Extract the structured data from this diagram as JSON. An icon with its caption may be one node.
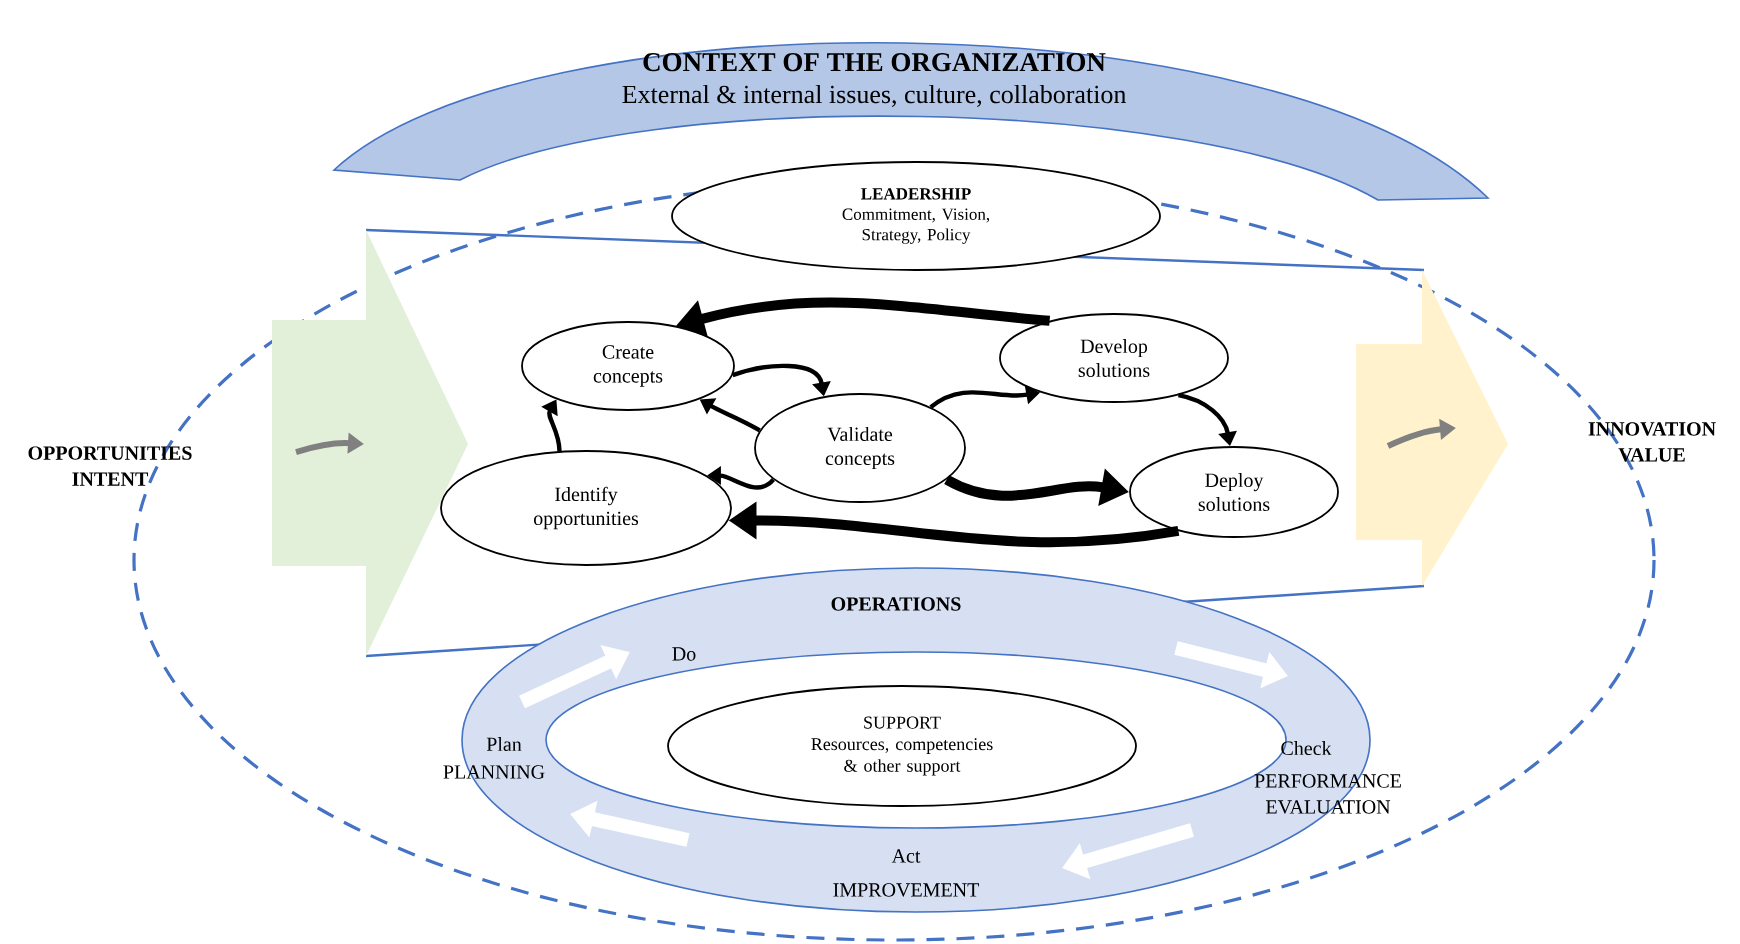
{
  "diagram": {
    "nodes": [
      {
        "text": [
          "CONTEXT OF THE ORGANIZATION",
          "External & internal issues, culture, collaboration"
        ]
      },
      {
        "text": [
          "LEADERSHIP",
          "Commitment, Vision, Strategy, Policy"
        ]
      },
      {
        "text": [
          "Create concepts"
        ]
      },
      {
        "text": [
          "Develop solutions"
        ]
      },
      {
        "text": [
          "Validate concepts"
        ]
      },
      {
        "text": [
          "Identify opportunities"
        ]
      },
      {
        "text": [
          "Deploy solutions"
        ]
      },
      {
        "text": [
          "OPERATIONS"
        ]
      },
      {
        "text": [
          "SUPPORT",
          "Resources, competencies & other support"
        ],
        "in": 7
      }
    ],
    "edges": [
      {
        "from": 3,
        "to": 2,
        "arrow": "to",
        "style": "thick"
      },
      {
        "from": 5,
        "to": 2,
        "arrow": "to"
      },
      {
        "from": 2,
        "to": 4,
        "arrow": "to"
      },
      {
        "from": 4,
        "to": 2,
        "arrow": "to"
      },
      {
        "from": 4,
        "to": 3,
        "arrow": "to"
      },
      {
        "from": 3,
        "to": 6,
        "arrow": "to"
      },
      {
        "from": 4,
        "to": 5,
        "arrow": "to"
      },
      {
        "from": 4,
        "to": 6,
        "arrow": "to",
        "style": "thick"
      },
      {
        "from": 6,
        "to": 5,
        "arrow": "to",
        "style": "thick"
      }
    ],
    "labels": [
      "OPPORTUNITIES INTENT",
      "INNOVATION VALUE",
      "Do",
      "Plan",
      "PLANNING",
      "Check",
      "PERFORMANCE EVALUATION",
      "Act",
      "IMPROVEMENT"
    ]
  }
}
